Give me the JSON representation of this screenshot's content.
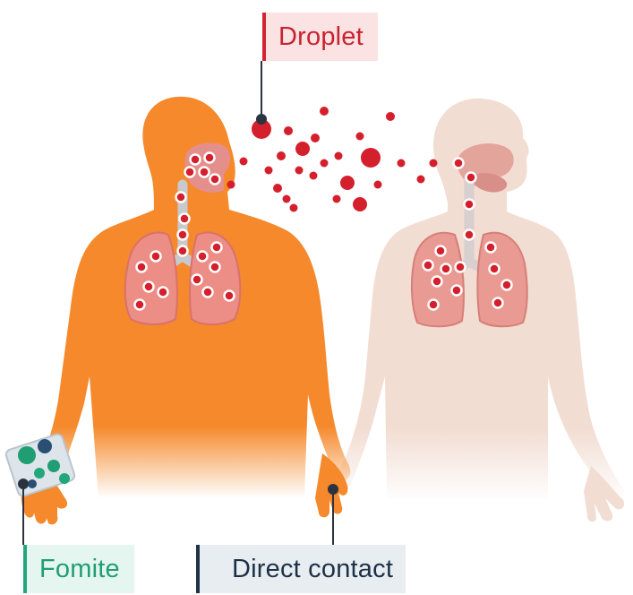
{
  "labels": {
    "droplet": "Droplet",
    "fomite": "Fomite",
    "direct_contact": "Direct contact"
  },
  "colors": {
    "infected_body": "#f5892b",
    "healthy_body": "#f2ddd3",
    "lung_fill": "#ec8d86",
    "lung_fill_healthy": "#e99a92",
    "airway": "#c8c9cc",
    "particle": "#d41f2d",
    "droplet_accent": "#d32330",
    "fomite_accent": "#22a67c",
    "contact_accent": "#1e3347"
  },
  "icons": {
    "infected_person": "person-silhouette-icon",
    "healthy_person": "person-silhouette-icon",
    "lungs": "lungs-icon",
    "fomite_object": "contaminated-object-icon"
  }
}
